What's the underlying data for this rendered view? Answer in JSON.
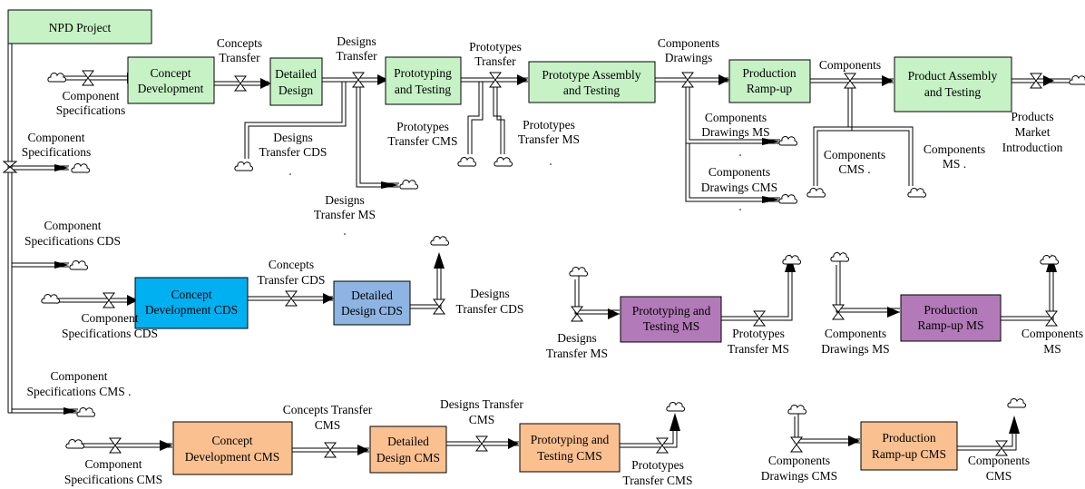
{
  "colors": {
    "green": "#c6f2c6",
    "blue": "#00b0f0",
    "light_blue": "#8db4e2",
    "purple": "#b27ab8",
    "orange": "#fac090",
    "line": "#000000"
  },
  "stocks": {
    "npd_project": "NPD Project",
    "concept_development": [
      "Concept",
      "Development"
    ],
    "detailed_design": [
      "Detailed",
      "Design"
    ],
    "prototyping_testing": [
      "Prototyping",
      "and Testing"
    ],
    "prototype_assembly": [
      "Prototype Assembly",
      "and Testing"
    ],
    "production_rampup": [
      "Production",
      "Ramp-up"
    ],
    "product_assembly": [
      "Product Assembly",
      "and Testing"
    ],
    "concept_development_cds": [
      "Concept",
      "Development CDS"
    ],
    "detailed_design_cds": [
      "Detailed",
      "Design CDS"
    ],
    "prototyping_testing_ms": [
      "Prototyping and",
      "Testing MS"
    ],
    "production_rampup_ms": [
      "Production",
      "Ramp-up MS"
    ],
    "concept_development_cms": [
      "Concept",
      "Development CMS"
    ],
    "detailed_design_cms": [
      "Detailed",
      "Design CMS"
    ],
    "prototyping_testing_cms": [
      "Prototyping and",
      "Testing CMS"
    ],
    "production_rampup_cms": [
      "Production",
      "Ramp-up CMS"
    ]
  },
  "flows": {
    "component_specifications": [
      "Component",
      "Specifications"
    ],
    "concepts_transfer": [
      "Concepts",
      "Transfer"
    ],
    "designs_transfer": [
      "Designs",
      "Transfer"
    ],
    "prototypes_transfer": [
      "Prototypes",
      "Transfer"
    ],
    "components_drawings": [
      "Components",
      "Drawings"
    ],
    "components": "Components",
    "products_market_introduction": [
      "Products",
      "Market",
      "Introduction"
    ],
    "prototypes_transfer_cms": [
      "Prototypes",
      "Transfer CMS"
    ],
    "prototypes_transfer_ms": [
      "Prototypes",
      "Transfer MS"
    ],
    "designs_transfer_cds": [
      "Designs",
      "Transfer CDS"
    ],
    "designs_transfer_ms": [
      "Designs",
      "Transfer MS"
    ],
    "components_drawings_ms": [
      "Components",
      "Drawings MS"
    ],
    "components_drawings_cms": [
      "Components",
      "Drawings CMS"
    ],
    "components_cms_dot": [
      "Components",
      "CMS ."
    ],
    "components_ms_dot": [
      "Components",
      "MS ."
    ],
    "component_specifications_left": [
      "Component",
      "Specifications"
    ],
    "component_specifications_cds_top": [
      "Component",
      "Specifications CDS"
    ],
    "component_specifications_cms_top": [
      "Component",
      "Specifications CMS ."
    ],
    "component_specifications_cds": [
      "Component",
      "Specifications CDS"
    ],
    "concepts_transfer_cds": [
      "Concepts",
      "Transfer CDS"
    ],
    "designs_transfer_cds_2": [
      "Designs",
      "Transfer CDS"
    ],
    "designs_transfer_ms_2": [
      "Designs",
      "Transfer MS"
    ],
    "prototypes_transfer_ms_2": [
      "Prototypes",
      "Transfer MS"
    ],
    "components_drawings_ms_2": [
      "Components",
      "Drawings MS"
    ],
    "components_ms_2": [
      "Components",
      "MS"
    ],
    "component_specifications_cms": [
      "Component",
      "Specifications CMS"
    ],
    "concepts_transfer_cms": [
      "Concepts Transfer",
      "CMS"
    ],
    "designs_transfer_cms": [
      "Designs Transfer",
      "CMS"
    ],
    "prototypes_transfer_cms_2": [
      "Prototypes",
      "Transfer CMS"
    ],
    "components_drawings_cms_2": [
      "Components",
      "Drawings CMS"
    ],
    "components_cms_2": [
      "Components",
      "CMS"
    ]
  }
}
